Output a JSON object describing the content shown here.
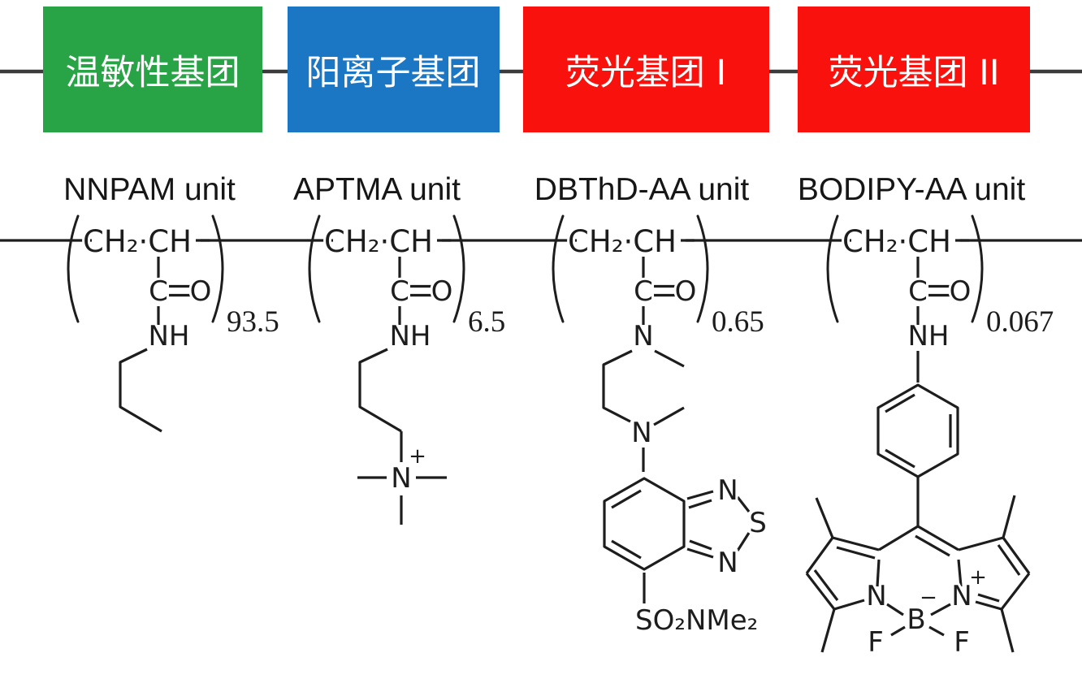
{
  "figure": {
    "background": "#ffffff",
    "top_connector_color": "#3b3b3b",
    "bond_color": "#1d1d1d"
  },
  "legend": {
    "boxes": [
      {
        "label": "温敏性基团",
        "color": "#28a447",
        "text_color": "#ffffff"
      },
      {
        "label": "阳离子基团",
        "color": "#1b76c3",
        "text_color": "#ffffff"
      },
      {
        "label": "荧光基团 I",
        "color": "#f9120d",
        "text_color": "#ffffff"
      },
      {
        "label": "荧光基团 II",
        "color": "#f9120d",
        "text_color": "#ffffff"
      }
    ]
  },
  "units": [
    {
      "name": "NNPAM unit",
      "repeat_formula": "CH₂·CH",
      "carbonyl_c": "C",
      "carbonyl_o": "O",
      "amide": "NH",
      "ratio": "93.5"
    },
    {
      "name": "APTMA unit",
      "repeat_formula": "CH₂·CH",
      "carbonyl_c": "C",
      "carbonyl_o": "O",
      "amide": "NH",
      "ratio": "6.5",
      "quaternary_n": "N",
      "plus": "+"
    },
    {
      "name": "DBThD-AA unit",
      "repeat_formula": "CH₂·CH",
      "carbonyl_c": "C",
      "carbonyl_o": "O",
      "amide": "N",
      "ratio": "0.65",
      "amine_n": "N",
      "ring_n_upper": "N",
      "ring_s": "S",
      "ring_n_lower": "N",
      "sulfonamide": "SO₂NMe₂"
    },
    {
      "name": "BODIPY-AA unit",
      "repeat_formula": "CH₂·CH",
      "carbonyl_c": "C",
      "carbonyl_o": "O",
      "amide": "NH",
      "ratio": "0.067",
      "pyrrole_n": "N",
      "iminium_n": "N",
      "plus": "+",
      "boron": "B",
      "minus": "−",
      "fluorine_left": "F",
      "fluorine_right": "F"
    }
  ]
}
